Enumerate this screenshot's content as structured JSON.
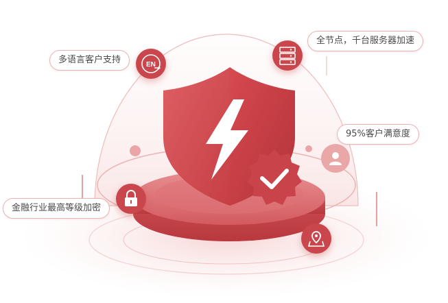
{
  "labels": {
    "multilang": "多语言客户支持",
    "nodes": "全节点，千台服务器加速",
    "satisfaction": "95%客户满意度",
    "encryption": "金融行业最高等级加密"
  },
  "icons": {
    "en": "EN",
    "server": "server-icon",
    "user": "user-icon",
    "lock": "lock-icon",
    "location": "location-icon",
    "shield": "shield-icon",
    "bolt": "lightning-icon",
    "check": "check-badge-icon"
  },
  "colors": {
    "primary": "#c9474c",
    "light": "#e9a7a8",
    "border": "#e9b3b3"
  }
}
